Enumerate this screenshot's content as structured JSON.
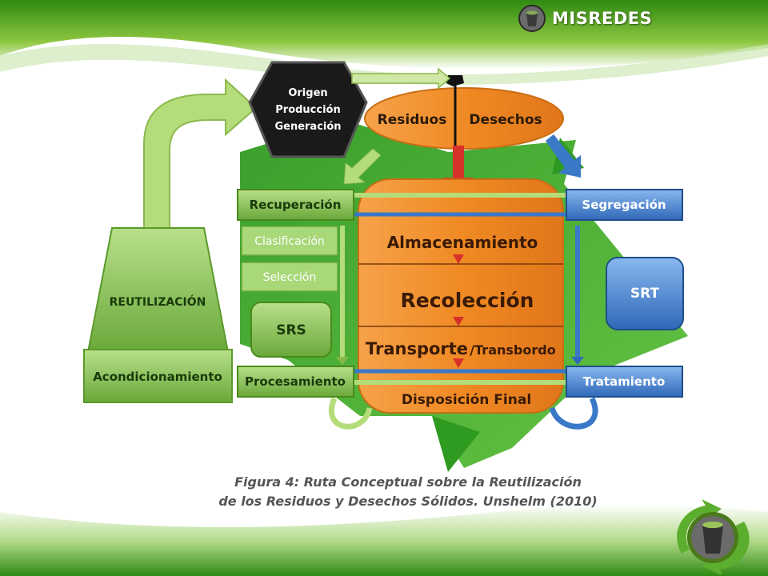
{
  "brand": {
    "name": "MISREDES",
    "logo_icon": "trash-bin-icon"
  },
  "colors": {
    "green": "#7ab648",
    "dark_green": "#3f8a1a",
    "orange": "#f08a24",
    "blue": "#3a78c8",
    "red": "#d6322a",
    "black": "#1a1a1a"
  },
  "diagram": {
    "origin": [
      "Origen",
      "Producción",
      "Generación"
    ],
    "residuos": "Residuos",
    "desechos": "Desechos",
    "recuperacion": "Recuperación",
    "segregacion": "Segregación",
    "clasificacion": "Clasificación",
    "seleccion": "Selección",
    "srs": "SRS",
    "srt": "SRT",
    "reutilizacion": "REUTILIZACIÓN",
    "acondicionamiento": "Acondicionamiento",
    "procesamiento": "Procesamiento",
    "tratamiento": "Tratamiento",
    "almacenamiento": "Almacenamiento",
    "recoleccion": "Recolección",
    "transporte": "Transporte",
    "transbordo": "/Transbordo",
    "disposicion_final": "Disposición Final"
  },
  "caption": {
    "line1": "Figura 4: Ruta Conceptual sobre la Reutilización",
    "line2": "de los Residuos y Desechos Sólidos. Unshelm (2010)"
  }
}
